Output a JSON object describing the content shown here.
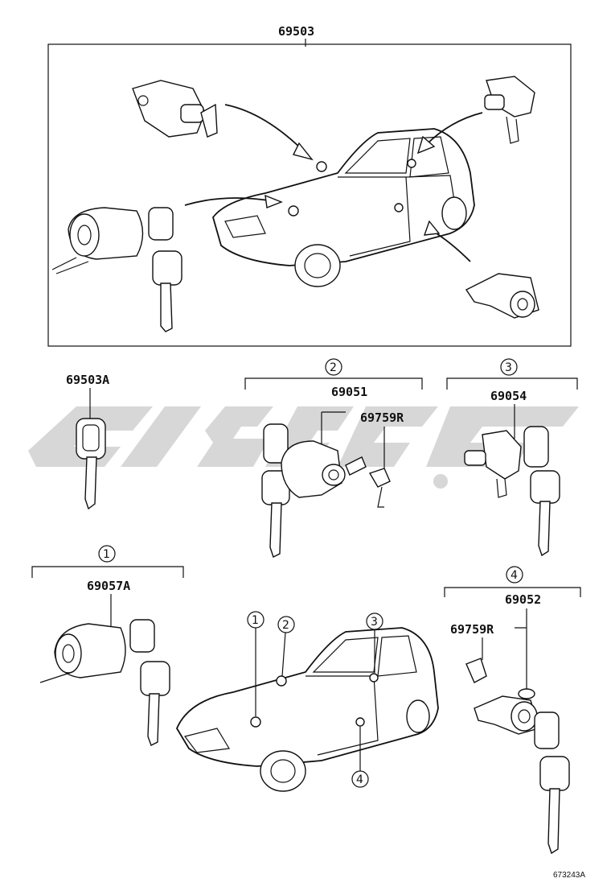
{
  "title_part": "69503",
  "parts": {
    "key": "69503A",
    "cyl2": "69051",
    "cyl2_sub": "69759R",
    "cyl3": "69054",
    "cyl1": "69057A",
    "cyl4": "69052",
    "cyl4_sub": "69759R"
  },
  "callouts": {
    "c1": "1",
    "c2": "2",
    "c3": "3",
    "c4": "4",
    "car1": "1",
    "car2": "2",
    "car3": "3",
    "car4": "4"
  },
  "ref_code": "673243A"
}
